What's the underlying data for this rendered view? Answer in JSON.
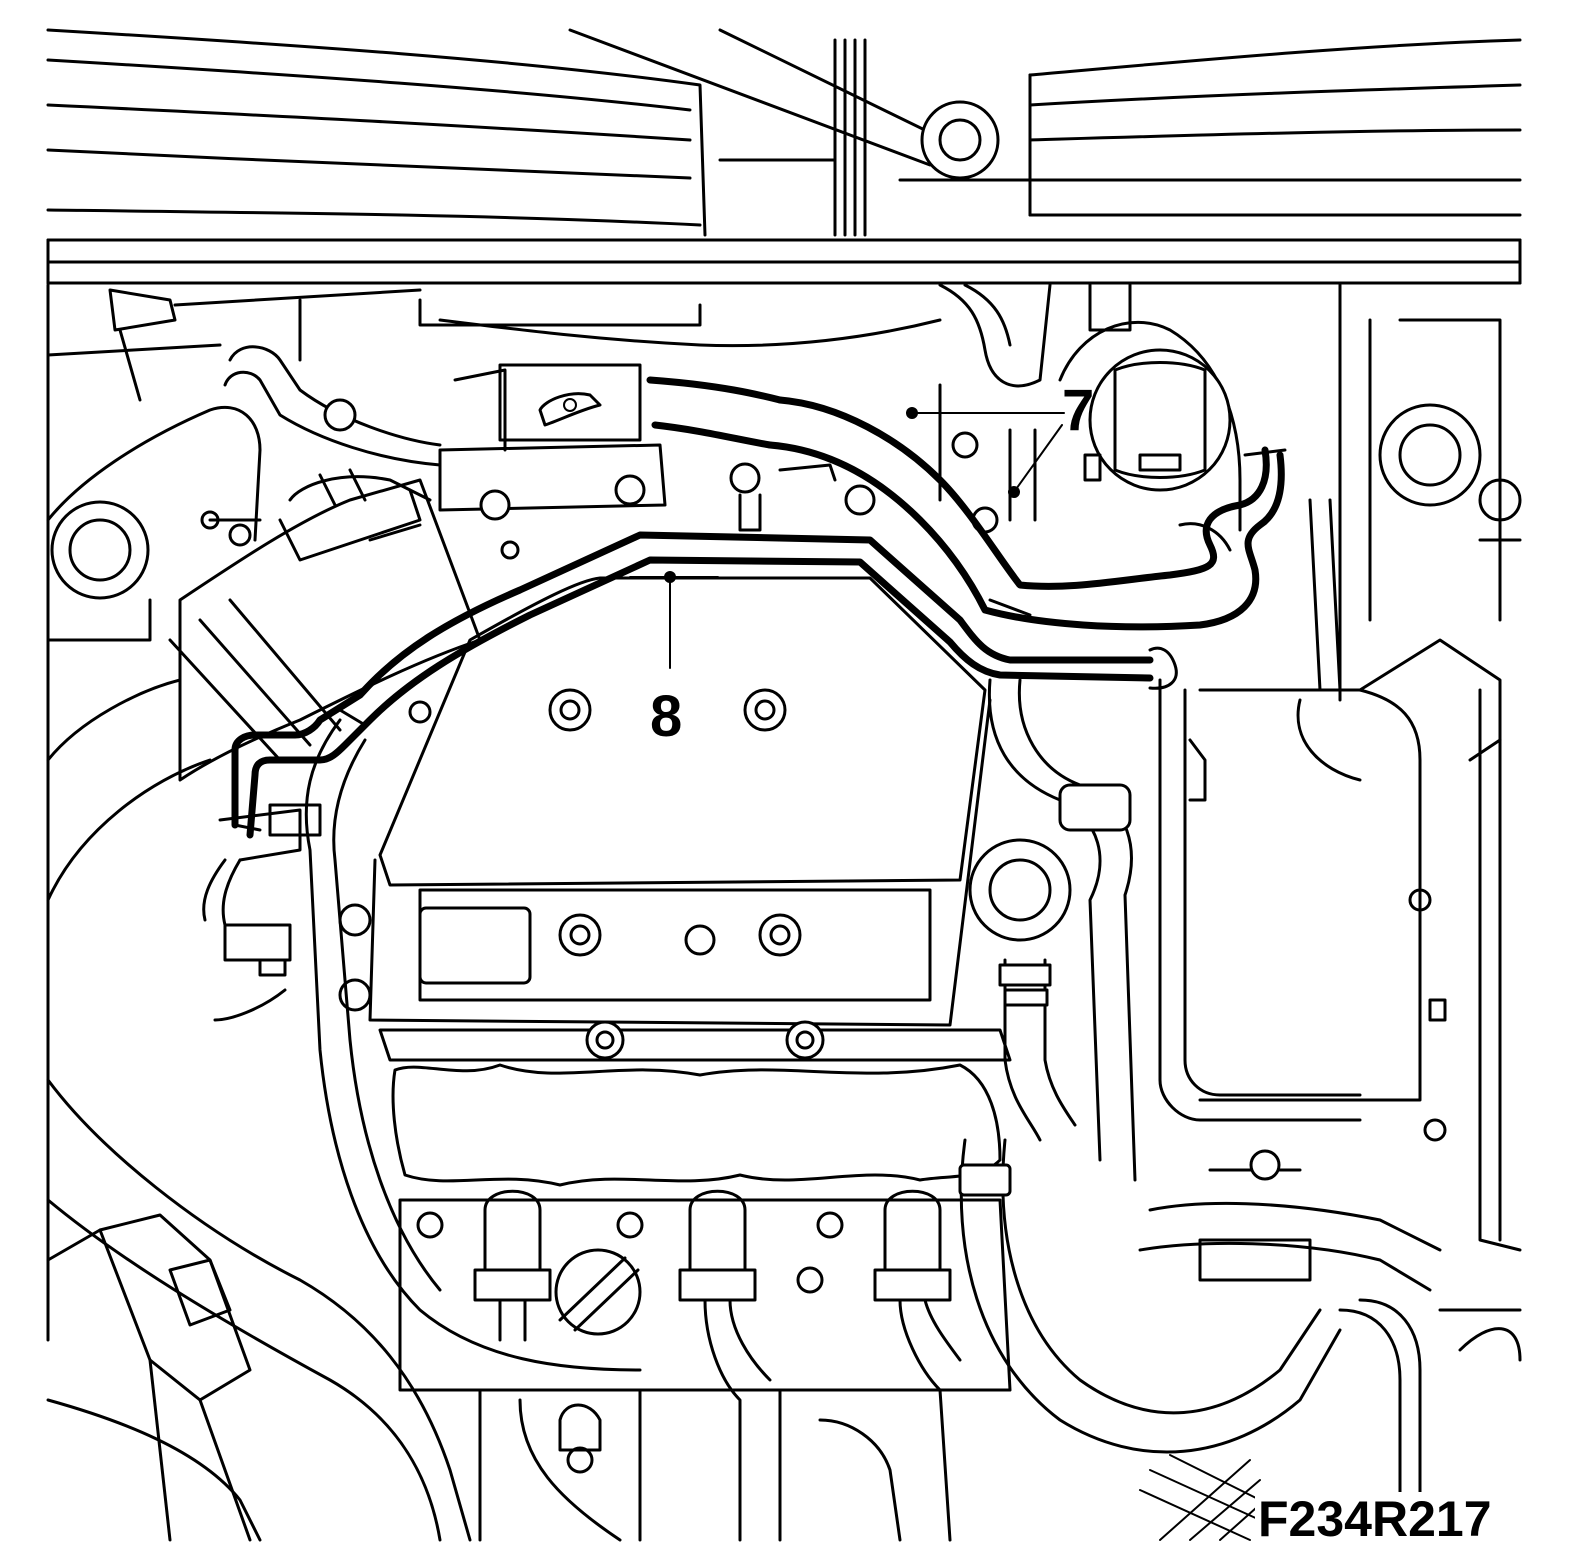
{
  "figure": {
    "code": "F234R217",
    "callouts": [
      {
        "id": "7",
        "label": "7"
      },
      {
        "id": "8",
        "label": "8"
      }
    ]
  }
}
